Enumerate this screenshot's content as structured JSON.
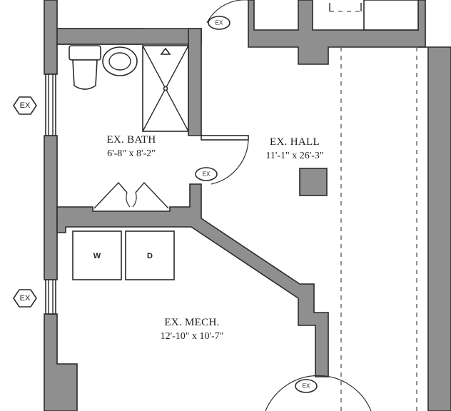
{
  "rooms": {
    "bath": {
      "name": "EX. BATH",
      "dims": "6'-8\" x 8'-2\""
    },
    "hall": {
      "name": "EX. HALL",
      "dims": "11'-1\" x 26'-3\""
    },
    "mech": {
      "name": "EX. MECH.",
      "dims": "12'-10\" x 10'-7\""
    }
  },
  "tags": {
    "window_top": "EX",
    "window_bottom": "EX",
    "door_top": "EX",
    "door_bath": "EX",
    "door_bottom": "EX"
  },
  "appliances": {
    "washer": "W",
    "dryer": "D"
  },
  "colors": {
    "wall_fill": "#8f8f8f",
    "line": "#2a2a2a",
    "paper": "#ffffff"
  }
}
